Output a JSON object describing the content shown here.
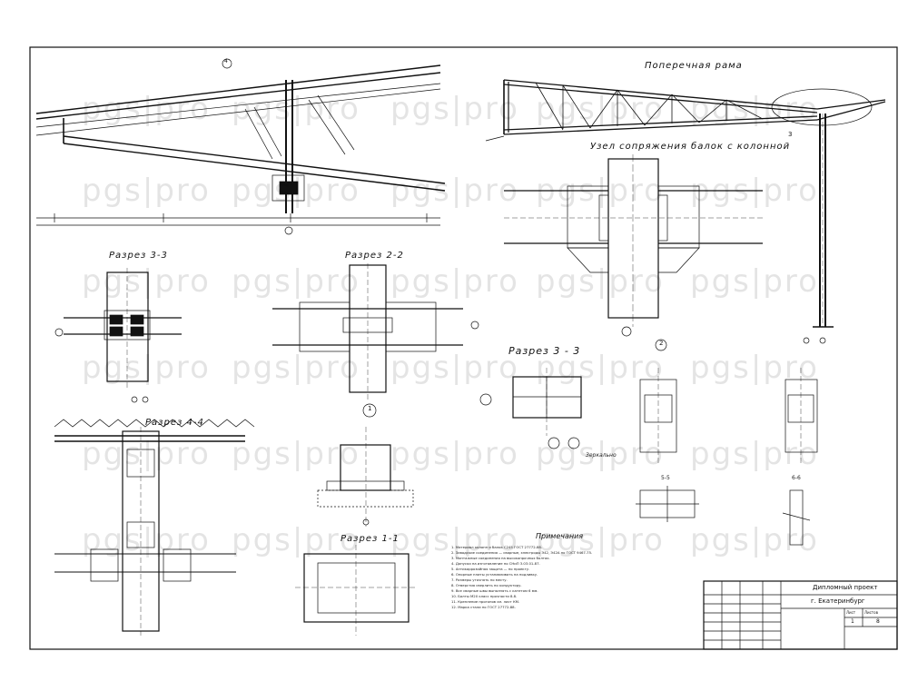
{
  "watermark": {
    "text": "pgs|pro"
  },
  "views": {
    "frame_title": "Поперечная рама",
    "node_title": "Узел сопряжения балок с колонной",
    "sec_3_3_left": "Разрез 3-3",
    "sec_2_2": "Разрез 2-2",
    "sec_3_3_right": "Разрез 3 - 3",
    "sec_4_4": "Разрез 4-4",
    "sec_1_1": "Разрез 1-1",
    "view_5_5": "5-5",
    "view_6_6": "6-6",
    "mirror_note": "Зеркально"
  },
  "markers": {
    "m4": "4",
    "m1": "1",
    "m2": "2",
    "m3": "3"
  },
  "notes": {
    "title": "Примечания",
    "items": [
      "1. Материал колонн и балок С245 ГОСТ 27772-88.",
      "2. Заводские соединения — сварные, электроды Э42, Э42А по ГОСТ 9467-75.",
      "3. Монтажные соединения на высокопрочных болтах.",
      "4. Допуски на изготовление по СНиП 3.03.01-87.",
      "5. Антикоррозийная защита — по проекту.",
      "6. Опорные плиты устанавливать на подливку.",
      "7. Размеры уточнять по месту.",
      "8. Отверстия сверлить по кондуктору.",
      "9. Все сварные швы выполнять с катетом 6 мм.",
      "10. Болты М20 класс прочности 8.8.",
      "11. Крепление прогонов см. лист КМ.",
      "12. Марка стали по ГОСТ 27772-88."
    ]
  },
  "title_block": {
    "project_type": "Дипломный проект",
    "city": "г. Екатеринбург",
    "sheet_label": "Лист",
    "sheets_label": "Листов",
    "sheet": "1",
    "sheets": "8"
  }
}
